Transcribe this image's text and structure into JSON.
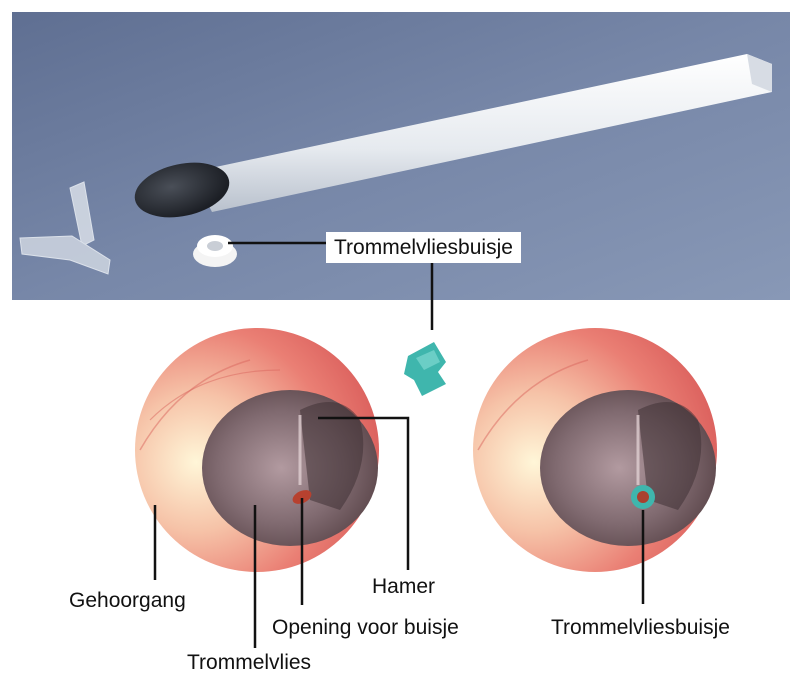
{
  "labels": {
    "photo_tube": "Trommelvliesbuisje",
    "ear_canal": "Gehoorgang",
    "hammer": "Hamer",
    "opening": "Opening voor buisje",
    "eardrum": "Trommelvlies",
    "inserted_tube": "Trommelvliesbuisje"
  },
  "colors": {
    "background_photo": "#6f7f9f",
    "match_head": "#2b2f36",
    "match_stick": "#eef1f4",
    "tube_teal": "#3fb6ad",
    "ear_pink": "#e8746b",
    "eardrum_gray": "#7d6a6e"
  }
}
